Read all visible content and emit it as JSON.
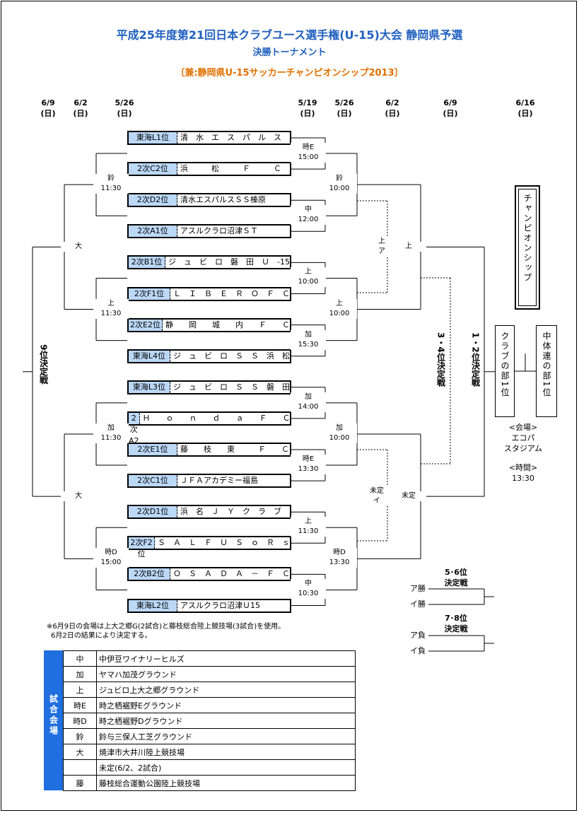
{
  "titles": {
    "main": "平成25年度第21回日本クラブユース選手権(U-15)大会 静岡県予選",
    "sub": "決勝トーナメント",
    "extra": "〔兼:静岡県U-15サッカーチャンピオンシップ2013〕"
  },
  "dates": [
    {
      "d": "6/9",
      "w": "(日)"
    },
    {
      "d": "6/2",
      "w": "(日)"
    },
    {
      "d": "5/26",
      "w": "(日)"
    },
    {
      "d": "5/19",
      "w": "(日)"
    },
    {
      "d": "5/26",
      "w": "(日)"
    },
    {
      "d": "6/2",
      "w": "(日)"
    },
    {
      "d": "6/9",
      "w": "(日)"
    },
    {
      "d": "6/16",
      "w": "(日)"
    }
  ],
  "teams": [
    {
      "seed": "東海L1位",
      "name": "清　水　エ　ス　パ　ル　ス"
    },
    {
      "seed": "2次C2位",
      "name": "浜　　　松　　　Ｆ　　　Ｃ"
    },
    {
      "seed": "2次D2位",
      "name": "清水エスパルスＳＳ榛原"
    },
    {
      "seed": "2次A1位",
      "name": "アスルクラロ沼津ＳＴ"
    },
    {
      "seed": "2次B1位",
      "name": "ジ　ュ　ビ　ロ　磐　田　Ｕ　-15"
    },
    {
      "seed": "2次F1位",
      "name": "Ｌ　Ｉ　Ｂ　Ｅ　Ｒ　Ｏ　Ｆ　Ｃ"
    },
    {
      "seed": "2次E2位",
      "name": "静　　岡　　城　　内　　Ｆ　　Ｃ"
    },
    {
      "seed": "東海L4位",
      "name": "ジ　ュ　ビ　ロ　Ｓ　Ｓ　浜　松"
    },
    {
      "seed": "東海L3位",
      "name": "ジ　ュ　ビ　ロ　Ｓ　Ｓ　磐　田"
    },
    {
      "seed": "2次A2位",
      "name": "Ｈ　　ｏ　　ｎ　　ｄ　　ａ　　Ｆ　　Ｃ"
    },
    {
      "seed": "2次E1位",
      "name": "藤　　枝　　東　　　Ｆ　　Ｃ"
    },
    {
      "seed": "2次C1位",
      "name": "ＪＦＡアカデミー福島"
    },
    {
      "seed": "2次D1位",
      "name": "浜　名　Ｊ　Ｙ　ク　ラ　ブ"
    },
    {
      "seed": "2次F2位",
      "name": "Ｓ　Ａ　Ｌ　Ｆ　Ｕ　Ｓ　ｏ　Ｒ　ｓ"
    },
    {
      "seed": "2次B2位",
      "name": "Ｏ　Ｓ　Ａ　Ｄ　Ａ　－　Ｆ　Ｃ"
    },
    {
      "seed": "東海L2位",
      "name": "アスルクラロ沼津Ｕ15"
    }
  ],
  "r1": [
    {
      "v": "時E",
      "t": "15:00"
    },
    {
      "v": "中",
      "t": "12:00"
    },
    {
      "v": "上",
      "t": "10:00"
    },
    {
      "v": "加",
      "t": "15:30"
    },
    {
      "v": "加",
      "t": "14:00"
    },
    {
      "v": "時E",
      "t": "13:30"
    },
    {
      "v": "上",
      "t": "11:30"
    },
    {
      "v": "中",
      "t": "10:30"
    }
  ],
  "r2left": [
    {
      "v": "鈴",
      "t": "11:30"
    },
    {
      "v": "上",
      "t": "11:30"
    },
    {
      "v": "加",
      "t": "11:30"
    },
    {
      "v": "時D",
      "t": "15:00"
    }
  ],
  "r2right": [
    {
      "v": "鈴",
      "t": "10:00"
    },
    {
      "v": "上",
      "t": "10:00"
    },
    {
      "v": "加",
      "t": "10:00"
    },
    {
      "v": "時D",
      "t": "13:30"
    }
  ],
  "r3left": [
    "大",
    "大"
  ],
  "r3right": [
    "上",
    "未定"
  ],
  "dashed": [
    {
      "a": "上",
      "b": "ア"
    },
    {
      "a": "未定",
      "b": "イ"
    }
  ],
  "place_labels": {
    "ninth": "9位決定戦",
    "third": "3・4位決定戦",
    "first": "1・2位決定戦"
  },
  "championship": {
    "title": "チャンピオンシップ",
    "club": "クラブの部1位",
    "school": "中体連の部1位",
    "venue_h": "<会場>",
    "venue1": "エコパ",
    "venue2": "スタジアム",
    "time_h": "<時間>",
    "time": "13:30"
  },
  "placement": {
    "p56_title1": "5･6位",
    "p56_title2": "決定戦",
    "p56_a": "ア勝",
    "p56_b": "イ勝",
    "p78_title1": "7･8位",
    "p78_title2": "決定戦",
    "p78_a": "ア負",
    "p78_b": "イ負"
  },
  "notes": {
    "line1": "※6月9日の会場は上大之郷G(2試合)と藤枝総合陸上競技場(3試合)を使用。",
    "line2": "6月2日の結果により決定する。"
  },
  "legend": {
    "title": "試合会場",
    "rows": [
      {
        "k": "中",
        "v": "中伊豆ワイナリーヒルズ"
      },
      {
        "k": "加",
        "v": "ヤマハ加茂グラウンド"
      },
      {
        "k": "上",
        "v": "ジュビロ上大之郷グラウンド"
      },
      {
        "k": "時E",
        "v": "時之栖裾野Eグラウンド"
      },
      {
        "k": "時D",
        "v": "時之栖裾野Dグラウンド"
      },
      {
        "k": "鈴",
        "v": "鈴与三保人工芝グラウンド"
      },
      {
        "k": "大",
        "v": "焼津市大井川陸上競技場"
      },
      {
        "k": "",
        "v": "未定(6/2、2試合)"
      },
      {
        "k": "藤",
        "v": "藤枝総合運動公園陸上競技場"
      }
    ]
  }
}
